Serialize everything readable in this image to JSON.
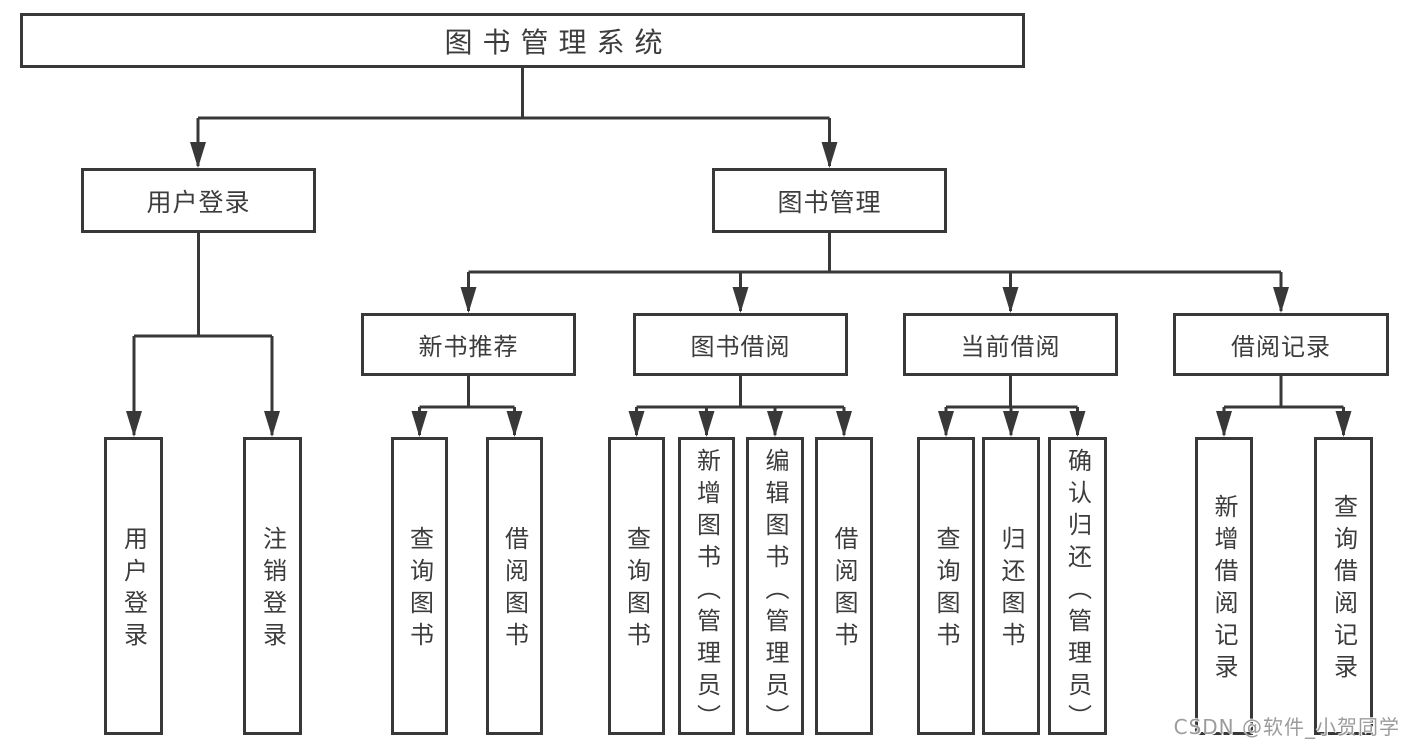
{
  "colors": {
    "line": "#383838",
    "text": "#3c3c3c",
    "background": "#ffffff",
    "watermark": "#9c9c9c"
  },
  "watermark": {
    "text": "CSDN @软件_小贺同学"
  },
  "tree": {
    "root": {
      "label": "图书管理系统"
    },
    "children": [
      {
        "label": "用户登录",
        "children": [
          {
            "label": "用户登录"
          },
          {
            "label": "注销登录"
          }
        ]
      },
      {
        "label": "图书管理",
        "children": [
          {
            "label": "新书推荐",
            "children": [
              {
                "label": "查询图书"
              },
              {
                "label": "借阅图书"
              }
            ]
          },
          {
            "label": "图书借阅",
            "children": [
              {
                "label": "查询图书"
              },
              {
                "label": "新增图书（管理员）"
              },
              {
                "label": "编辑图书（管理员）"
              },
              {
                "label": "借阅图书"
              }
            ]
          },
          {
            "label": "当前借阅",
            "children": [
              {
                "label": "查询图书"
              },
              {
                "label": "归还图书"
              },
              {
                "label": "确认归还（管理员）"
              }
            ]
          },
          {
            "label": "借阅记录",
            "children": [
              {
                "label": "新增借阅记录"
              },
              {
                "label": "查询借阅记录"
              }
            ]
          }
        ]
      }
    ]
  }
}
